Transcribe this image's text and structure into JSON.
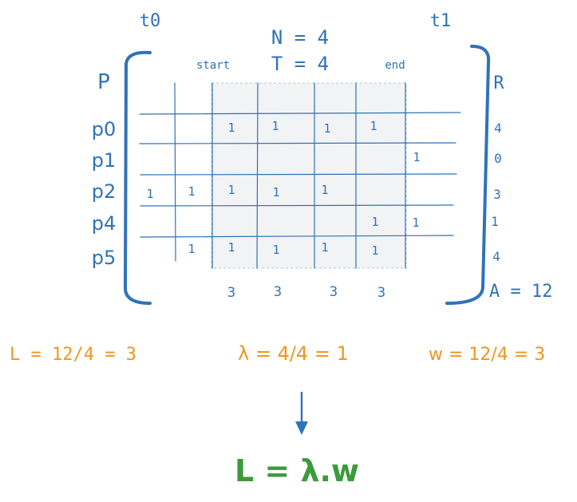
{
  "labels": {
    "t0": "t0",
    "t1": "t1",
    "n_eq": "N = 4",
    "t_eq": "T = 4",
    "start": "start",
    "end": "end",
    "p_header": "P",
    "r_header": "R",
    "a_total": "A = 12"
  },
  "rows": [
    {
      "name": "p0",
      "r": "4"
    },
    {
      "name": "p1",
      "r": "0"
    },
    {
      "name": "p2",
      "r": "3"
    },
    {
      "name": "p4",
      "r": "1"
    },
    {
      "name": "p5",
      "r": "4"
    }
  ],
  "cells": [
    {
      "row": 0,
      "col": 2,
      "value": "1"
    },
    {
      "row": 0,
      "col": 3,
      "value": "1"
    },
    {
      "row": 0,
      "col": 4,
      "value": "1"
    },
    {
      "row": 0,
      "col": 5,
      "value": "1"
    },
    {
      "row": 1,
      "col": 6,
      "value": "1"
    },
    {
      "row": 2,
      "col": 0,
      "value": "1"
    },
    {
      "row": 2,
      "col": 1,
      "value": "1"
    },
    {
      "row": 2,
      "col": 2,
      "value": "1"
    },
    {
      "row": 2,
      "col": 3,
      "value": "1"
    },
    {
      "row": 2,
      "col": 4,
      "value": "1"
    },
    {
      "row": 3,
      "col": 5,
      "value": "1"
    },
    {
      "row": 3,
      "col": 6,
      "value": "1"
    },
    {
      "row": 4,
      "col": 1,
      "value": "1"
    },
    {
      "row": 4,
      "col": 2,
      "value": "1"
    },
    {
      "row": 4,
      "col": 3,
      "value": "1"
    },
    {
      "row": 4,
      "col": 4,
      "value": "1"
    },
    {
      "row": 4,
      "col": 5,
      "value": "1"
    }
  ],
  "column_sums": [
    "3",
    "3",
    "3",
    "3"
  ],
  "formulas": {
    "l": "L = 12/4 = 3",
    "lambda": "λ = 4/4 = 1",
    "w": "w = 12/4 = 3",
    "result": "L = λ.w"
  },
  "colors": {
    "blue": "#2f72b8",
    "orange": "#f0961f",
    "green": "#3c9a3c",
    "window_fill": "#f2f3f5"
  },
  "icons": {
    "arrow": "arrow-down-icon",
    "bracket_left": "left-bracket",
    "bracket_right": "right-bracket"
  }
}
